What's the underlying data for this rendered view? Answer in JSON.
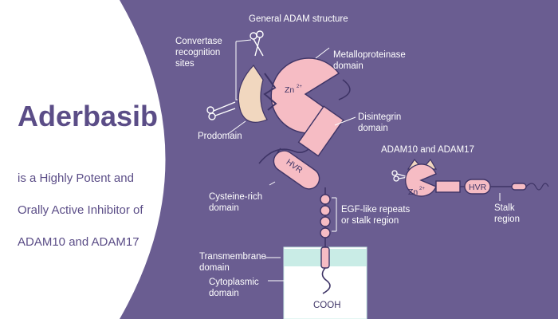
{
  "title": "Aderbasib",
  "subtitle_lines": [
    "is a Highly Potent and",
    "Orally Active Inhibitor of",
    "ADAM10 and ADAM17"
  ],
  "diagram": {
    "heading": "General ADAM structure",
    "convertase": [
      "Convertase",
      "recognition",
      "sites"
    ],
    "metallo": [
      "Metalloproteinase",
      "domain"
    ],
    "disintegrin": [
      "Disintegrin",
      "domain"
    ],
    "prodomain": "Prodomain",
    "cysteine": [
      "Cysteine-rich",
      "domain"
    ],
    "egf": [
      "EGF-like repeats",
      "or stalk region"
    ],
    "transmembrane": [
      "Transmembrane",
      "domain"
    ],
    "cytoplasmic": [
      "Cytoplasmic",
      "domain"
    ],
    "cooh": "COOH",
    "zn": "Zn",
    "zn_sup": "2+",
    "hvr": "HVR",
    "adam_heading": "ADAM10 and ADAM17",
    "adam_zn": "Zn",
    "adam_zn_sup": "2+",
    "adam_hvr": "HVR",
    "stalk": [
      "Stalk",
      "region"
    ]
  },
  "colors": {
    "background": "#6a5d91",
    "panel": "#ffffff",
    "domain_fill": "#f6bcc4",
    "prodomain_fill": "#f1d7bf",
    "membrane_fill": "#c9ece6",
    "text_dark": "#5b4d87"
  }
}
